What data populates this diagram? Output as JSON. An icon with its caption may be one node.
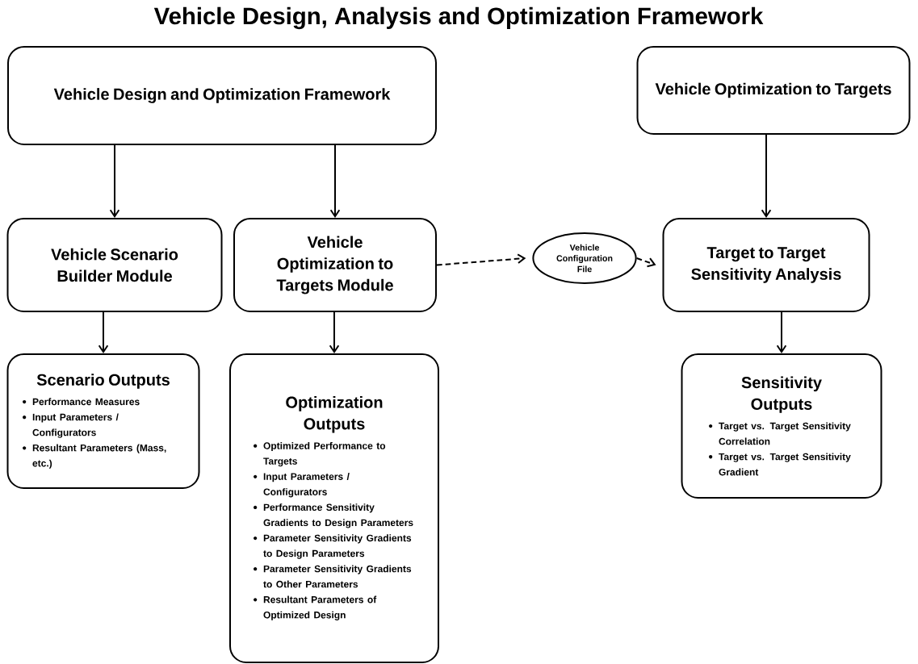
{
  "diagram": {
    "title": "Vehicle Design, Analysis and Optimization Framework",
    "nodes": [
      {
        "text": [
          "Vehicle Design and Optimization Framework"
        ]
      },
      {
        "text": [
          "Vehicle Optimization to Targets"
        ]
      },
      {
        "text": [
          "Vehicle Scenario Builder Module"
        ]
      },
      {
        "text": [
          "Vehicle Optimization to Targets Module"
        ]
      },
      {
        "text": [
          "Vehicle Configuration File"
        ]
      },
      {
        "text": [
          "Target to Target Sensitivity Analysis"
        ]
      },
      {
        "text": [
          "Scenario Outputs",
          "Performance Measures",
          "Input Parameters / Configurators",
          "Resultant Parameters (Mass, etc.)"
        ]
      },
      {
        "text": [
          "Optimization Outputs",
          "Optimized Performance to Targets",
          "Input Parameters / Configurators",
          "Performance Sensitivity Gradients to Design Parameters",
          "Parameter Sensitivity Gradients to Design Parameters",
          "Parameter Sensitivity Gradients to Other Parameters",
          "Resultant Parameters of Optimized Design"
        ]
      },
      {
        "text": [
          "Sensitivity Outputs",
          "Target vs. Target Sensitivity Correlation",
          "Target vs. Target Sensitivity Gradient"
        ]
      }
    ],
    "edges": [
      {
        "from": 0,
        "to": 2,
        "arrow": "to"
      },
      {
        "from": 0,
        "to": 3,
        "arrow": "to"
      },
      {
        "from": 1,
        "to": 5,
        "arrow": "to"
      },
      {
        "from": 2,
        "to": 6,
        "arrow": "to"
      },
      {
        "from": 3,
        "to": 7,
        "arrow": "to"
      },
      {
        "from": 5,
        "to": 8,
        "arrow": "to"
      },
      {
        "from": 3,
        "to": 4,
        "arrow": "to",
        "style": "dashed"
      },
      {
        "from": 4,
        "to": 5,
        "arrow": "to",
        "style": "dashed"
      }
    ]
  }
}
